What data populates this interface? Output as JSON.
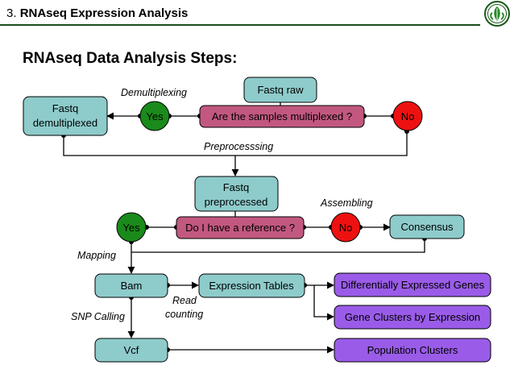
{
  "header": {
    "number": "3.",
    "title": "RNAseq Expression Analysis"
  },
  "slide_title": "RNAseq Data Analysis Steps:",
  "nodes": {
    "fastq_raw": "Fastq raw",
    "fastq_demux_l1": "Fastq",
    "fastq_demux_l2": "demultiplexed",
    "q_multiplexed": "Are the samples multiplexed ?",
    "yes1": "Yes",
    "no1": "No",
    "fastq_pre_l1": "Fastq",
    "fastq_pre_l2": "preprocessed",
    "q_reference": "Do I have a reference ?",
    "yes2": "Yes",
    "no2": "No",
    "consensus": "Consensus",
    "bam": "Bam",
    "expression_tables": "Expression Tables",
    "vcf": "Vcf",
    "deg": "Differentially Expressed Genes",
    "gene_clusters": "Gene Clusters by Expression",
    "population_clusters": "Population Clusters"
  },
  "edge_labels": {
    "demultiplexing": "Demultiplexing",
    "preprocessing": "Preprocesssing",
    "assembling": "Assembling",
    "mapping": "Mapping",
    "read_counting_l1": "Read",
    "read_counting_l2": "counting",
    "snp_calling": "SNP Calling"
  },
  "colors": {
    "teal_fill": "#8ecbcb",
    "pink_fill": "#c25880",
    "purple_fill": "#9a5ce8",
    "yes_fill": "#1a8a1a",
    "no_fill": "#ee1111",
    "line": "#000000",
    "header_line": "#1a4d1a"
  },
  "logo_icon": "leaf-emblem-icon"
}
